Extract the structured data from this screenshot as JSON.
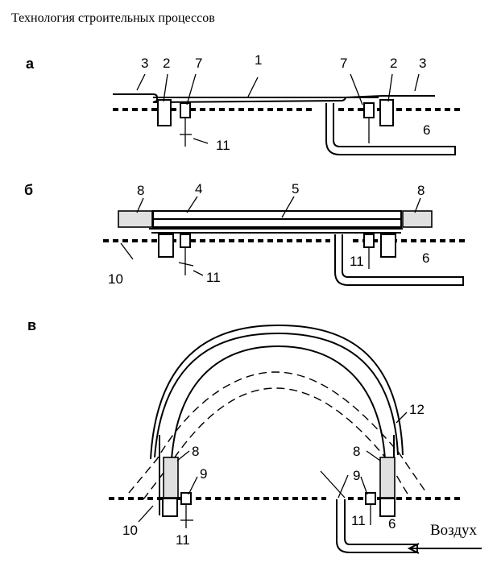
{
  "title": "Технология строительных процессов",
  "panels": {
    "a": "а",
    "b": "б",
    "v": "в"
  },
  "labels_a": [
    "1",
    "2",
    "3",
    "7",
    "2",
    "3",
    "7",
    "11",
    "6"
  ],
  "labels_b": [
    "8",
    "4",
    "5",
    "8",
    "10",
    "11",
    "11",
    "6"
  ],
  "labels_v": [
    "12",
    "8",
    "9",
    "8",
    "9",
    "10",
    "11",
    "11",
    "6"
  ],
  "air_label": "Воздух"
}
